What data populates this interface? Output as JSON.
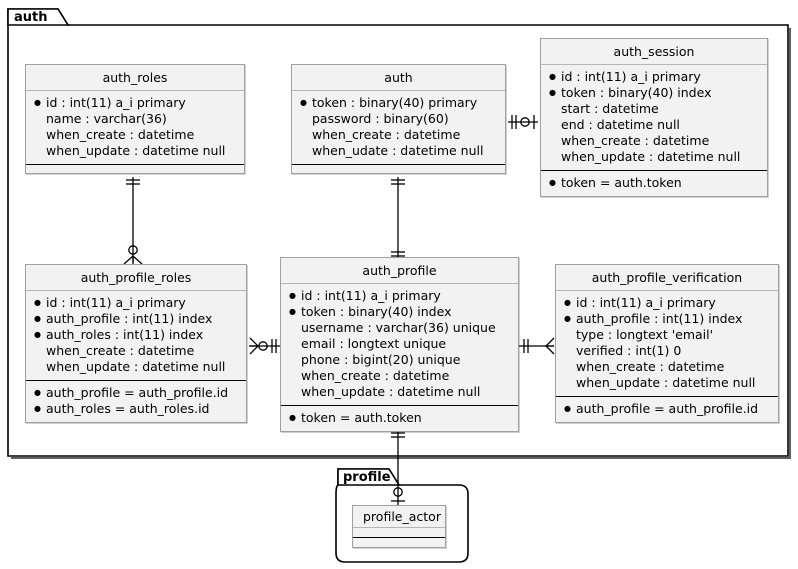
{
  "diagram": {
    "type": "entity-relationship",
    "notation": "crows-foot"
  },
  "packages": [
    {
      "id": "auth",
      "label": "auth"
    },
    {
      "id": "profile",
      "label": "profile"
    }
  ],
  "entities": [
    {
      "id": "auth_roles",
      "title": "auth_roles",
      "package": "auth",
      "sections": [
        {
          "attributes": [
            {
              "text": "id : int(11) a_i primary",
              "key": true
            },
            {
              "text": "name : varchar(36)",
              "key": false
            },
            {
              "text": "when_create : datetime",
              "key": false
            },
            {
              "text": "when_update : datetime null",
              "key": false
            }
          ]
        },
        {
          "attributes": []
        }
      ]
    },
    {
      "id": "auth",
      "title": "auth",
      "package": "auth",
      "sections": [
        {
          "attributes": [
            {
              "text": "token : binary(40) primary",
              "key": true
            },
            {
              "text": "password : binary(60)",
              "key": false
            },
            {
              "text": "when_create : datetime",
              "key": false
            },
            {
              "text": "when_udate : datetime null",
              "key": false
            }
          ]
        },
        {
          "attributes": []
        }
      ]
    },
    {
      "id": "auth_session",
      "title": "auth_session",
      "package": "auth",
      "sections": [
        {
          "attributes": [
            {
              "text": "id : int(11) a_i primary",
              "key": true
            },
            {
              "text": "token : binary(40) index",
              "key": true
            },
            {
              "text": "start : datetime",
              "key": false
            },
            {
              "text": "end : datetime null",
              "key": false
            },
            {
              "text": "when_create : datetime",
              "key": false
            },
            {
              "text": "when_update : datetime null",
              "key": false
            }
          ]
        },
        {
          "attributes": [
            {
              "text": "token = auth.token",
              "key": true
            }
          ]
        }
      ]
    },
    {
      "id": "auth_profile_roles",
      "title": "auth_profile_roles",
      "package": "auth",
      "sections": [
        {
          "attributes": [
            {
              "text": "id : int(11) a_i primary",
              "key": true
            },
            {
              "text": "auth_profile : int(11) index",
              "key": true
            },
            {
              "text": "auth_roles : int(11) index",
              "key": true
            },
            {
              "text": "when_create : datetime",
              "key": false
            },
            {
              "text": "when_update : datetime null",
              "key": false
            }
          ]
        },
        {
          "attributes": [
            {
              "text": "auth_profile = auth_profile.id",
              "key": true
            },
            {
              "text": "auth_roles = auth_roles.id",
              "key": true
            }
          ]
        }
      ]
    },
    {
      "id": "auth_profile",
      "title": "auth_profile",
      "package": "auth",
      "sections": [
        {
          "attributes": [
            {
              "text": "id : int(11) a_i primary",
              "key": true
            },
            {
              "text": "token : binary(40) index",
              "key": true
            },
            {
              "text": "username : varchar(36) unique",
              "key": false
            },
            {
              "text": "email : longtext unique",
              "key": false
            },
            {
              "text": "phone : bigint(20) unique",
              "key": false
            },
            {
              "text": "when_create : datetime",
              "key": false
            },
            {
              "text": "when_update : datetime null",
              "key": false
            }
          ]
        },
        {
          "attributes": [
            {
              "text": "token = auth.token",
              "key": true
            }
          ]
        }
      ]
    },
    {
      "id": "auth_profile_verification",
      "title": "auth_profile_verification",
      "package": "auth",
      "sections": [
        {
          "attributes": [
            {
              "text": "id : int(11) a_i primary",
              "key": true
            },
            {
              "text": "auth_profile : int(11) index",
              "key": true
            },
            {
              "text": "type : longtext 'email'",
              "key": false
            },
            {
              "text": "verified : int(1) 0",
              "key": false
            },
            {
              "text": "when_create : datetime",
              "key": false
            },
            {
              "text": "when_update : datetime null",
              "key": false
            }
          ]
        },
        {
          "attributes": [
            {
              "text": "auth_profile = auth_profile.id",
              "key": true
            }
          ]
        }
      ]
    },
    {
      "id": "profile_actor",
      "title": "profile_actor",
      "package": "profile",
      "sections": [
        {
          "attributes": []
        },
        {
          "attributes": []
        }
      ]
    }
  ],
  "relationships": [
    {
      "id": "auth-auth_session",
      "from": "auth",
      "to": "auth_session",
      "from_card": "one-only-one",
      "to_card": "zero-or-one"
    },
    {
      "id": "auth_roles-auth_profile_roles",
      "from": "auth_roles",
      "to": "auth_profile_roles",
      "from_card": "one-only-one",
      "to_card": "zero-or-many"
    },
    {
      "id": "auth-auth_profile",
      "from": "auth",
      "to": "auth_profile",
      "from_card": "one-only-one",
      "to_card": "one-only-one"
    },
    {
      "id": "auth_profile_roles-auth_profile",
      "from": "auth_profile_roles",
      "to": "auth_profile",
      "from_card": "zero-or-many",
      "to_card": "one-only-one"
    },
    {
      "id": "auth_profile-auth_profile_verification",
      "from": "auth_profile",
      "to": "auth_profile_verification",
      "from_card": "one-only-one",
      "to_card": "one-or-many"
    },
    {
      "id": "auth_profile-profile_actor",
      "from": "auth_profile",
      "to": "profile_actor",
      "from_card": "one-only-one",
      "to_card": "zero-or-one"
    }
  ],
  "colors": {
    "entity_fill": "#f2f2f2",
    "entity_border": "#a0a0a0",
    "line": "#000000",
    "background": "#ffffff"
  }
}
